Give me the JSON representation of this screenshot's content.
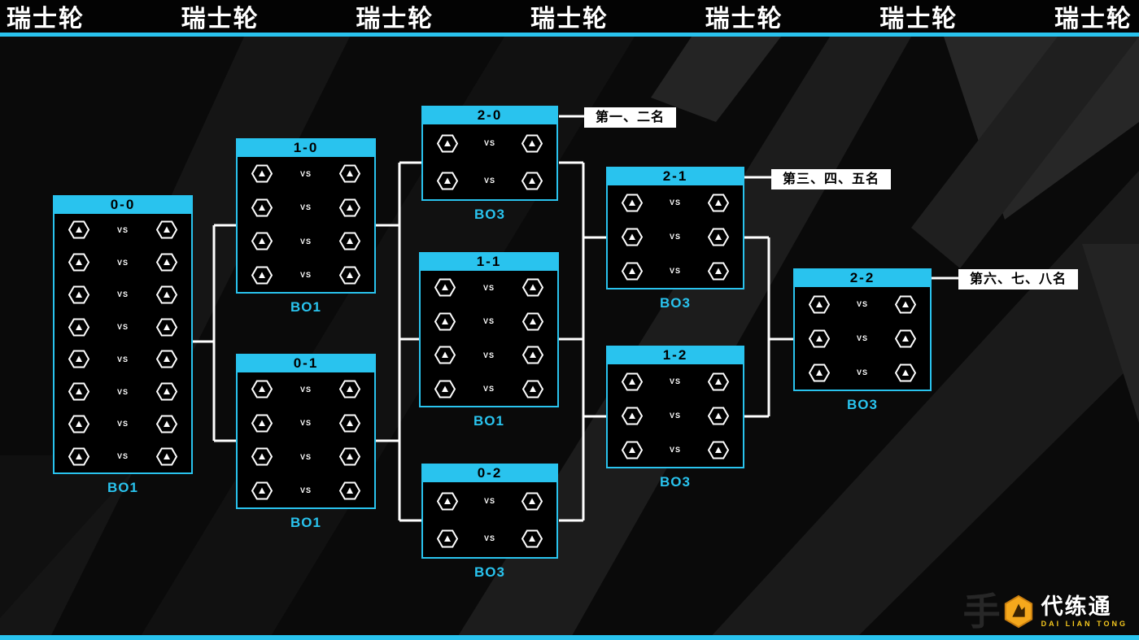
{
  "banner": {
    "items": [
      "瑞士轮",
      "瑞士轮",
      "瑞士轮",
      "瑞士轮",
      "瑞士轮",
      "瑞士轮",
      "瑞士轮"
    ]
  },
  "vs_label": "VS",
  "brackets": [
    {
      "score": "0-0",
      "format": "BO1",
      "matches": 8
    },
    {
      "score": "1-0",
      "format": "BO1",
      "matches": 4
    },
    {
      "score": "0-1",
      "format": "BO1",
      "matches": 4
    },
    {
      "score": "2-0",
      "format": "BO3",
      "matches": 2
    },
    {
      "score": "1-1",
      "format": "BO1",
      "matches": 4
    },
    {
      "score": "0-2",
      "format": "BO3",
      "matches": 2
    },
    {
      "score": "2-1",
      "format": "BO3",
      "matches": 3
    },
    {
      "score": "1-2",
      "format": "BO3",
      "matches": 3
    },
    {
      "score": "2-2",
      "format": "BO3",
      "matches": 3
    }
  ],
  "qualification_labels": [
    {
      "text": "第一、二名"
    },
    {
      "text": "第三、四、五名"
    },
    {
      "text": "第六、七、八名"
    }
  ],
  "watermark": {
    "name": "代练通",
    "subtitle": "DAI LIAN TONG",
    "ghost_text": "手"
  },
  "colors": {
    "accent": "#29c3ee",
    "background": "#0a0a0a",
    "line": "#ffffff",
    "label_bg": "#ffffff",
    "watermark_orange": "#f5a81c"
  }
}
